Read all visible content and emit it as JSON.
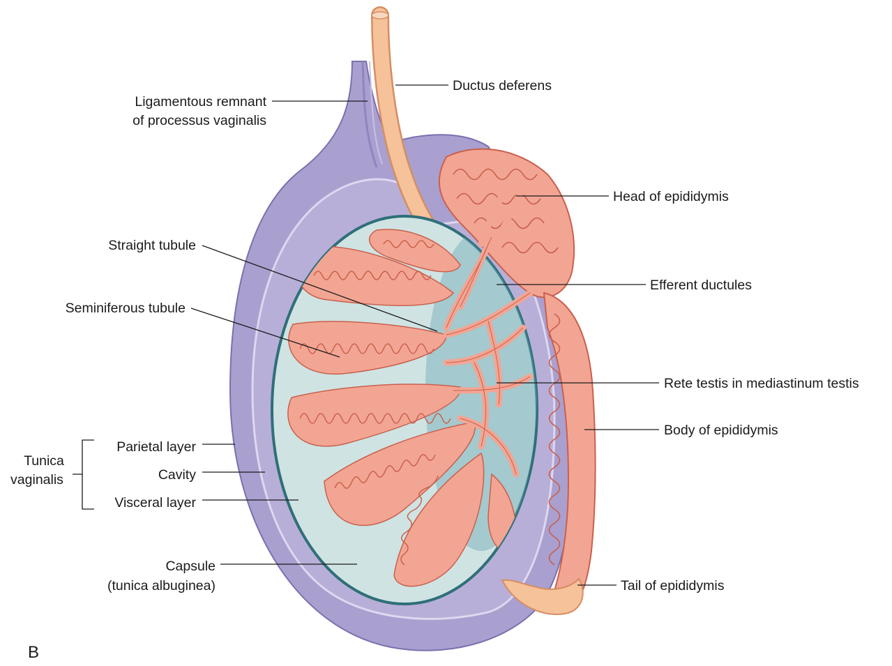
{
  "figure": {
    "panel_letter": "B",
    "colors": {
      "tunica_vaginalis": "#a9a0d0",
      "tunica_vaginalis_edge": "#7c6fae",
      "capsule": "#cfe3e3",
      "capsule_edge": "#2f6f78",
      "tubule_fill": "#f3a593",
      "tubule_line": "#c9604c",
      "ductus": "#f6c29a"
    }
  },
  "labels": {
    "ligamentous_remnant": [
      "Ligamentous remnant",
      "of processus vaginalis"
    ],
    "ductus_deferens": "Ductus deferens",
    "head_of_epididymis": "Head of epididymis",
    "straight_tubule": "Straight tubule",
    "efferent_ductules": "Efferent ductules",
    "seminiferous_tubule": "Seminiferous tubule",
    "rete_testis": "Rete testis in mediastinum testis",
    "body_of_epididymis": "Body of epididymis",
    "tunica_vaginalis": [
      "Tunica",
      "vaginalis"
    ],
    "parietal_layer": "Parietal layer",
    "cavity": "Cavity",
    "visceral_layer": "Visceral layer",
    "capsule": [
      "Capsule",
      "(tunica albuginea)"
    ],
    "tail_of_epididymis": "Tail of epididymis"
  }
}
